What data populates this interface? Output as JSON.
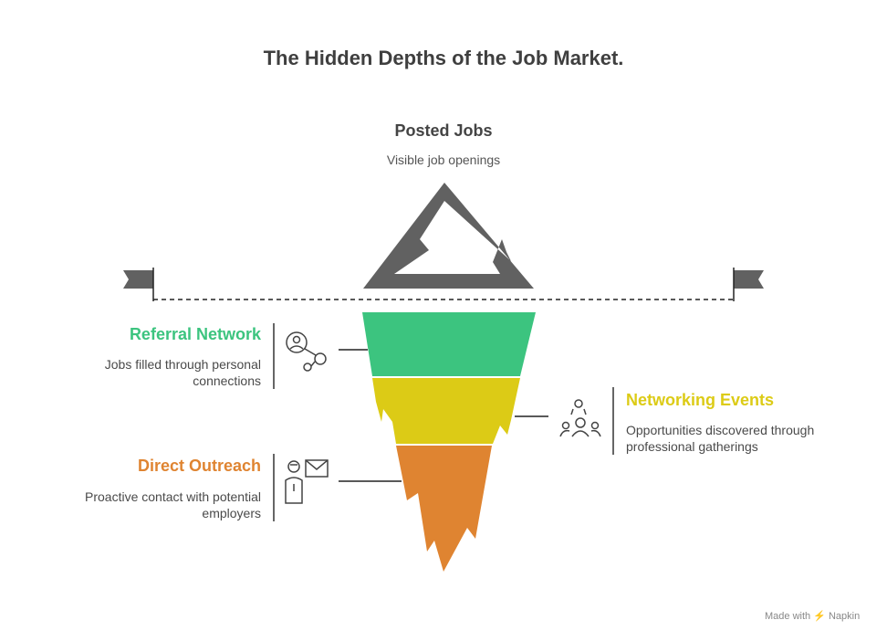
{
  "title": "The Hidden Depths of the Job Market.",
  "colors": {
    "mountain": "#616161",
    "referral": "#3cc47f",
    "networking": "#dccb16",
    "outreach": "#df8431",
    "text_dark": "#3f3f3f",
    "line": "#222222"
  },
  "peak": {
    "title": "Posted Jobs",
    "description": "Visible job openings"
  },
  "layers": [
    {
      "title": "Referral Network",
      "description_lines": [
        "Jobs filled through personal",
        "connections"
      ],
      "icon": "person-network-icon",
      "color": "#3cc47f"
    },
    {
      "title": "Networking Events",
      "description_lines": [
        "Opportunities discovered through",
        "professional gatherings"
      ],
      "icon": "people-group-icon",
      "color": "#dccb16"
    },
    {
      "title": "Direct Outreach",
      "description_lines": [
        "Proactive contact with potential",
        "employers"
      ],
      "icon": "person-mail-icon",
      "color": "#df8431"
    }
  ],
  "watermark": "Made with ⚡ Napkin"
}
